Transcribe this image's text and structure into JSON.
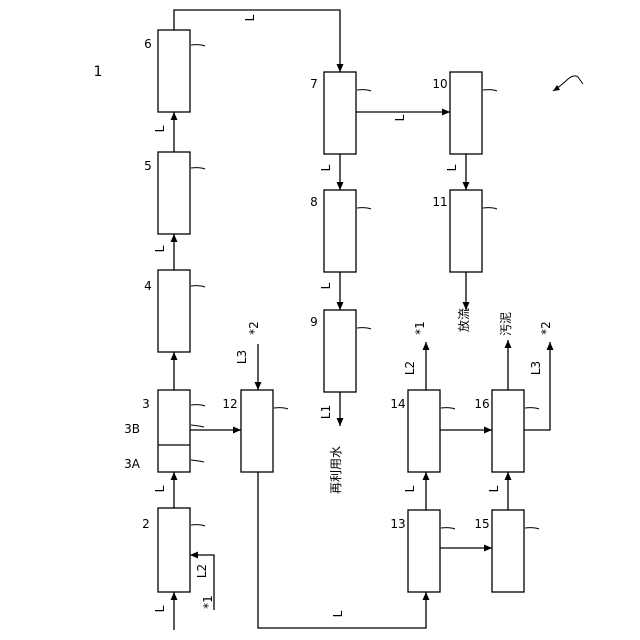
{
  "figure_ref": "1",
  "boxes": {
    "b2": "2",
    "b3": "3",
    "b3a": "3A",
    "b3b": "3B",
    "b4": "4",
    "b5": "5",
    "b6": "6",
    "b7": "7",
    "b8": "8",
    "b9": "9",
    "b10": "10",
    "b11": "11",
    "b12": "12",
    "b13": "13",
    "b14": "14",
    "b15": "15",
    "b16": "16"
  },
  "line_labels": {
    "L": "L",
    "L1": "L1",
    "L2": "L2",
    "L3": "L3"
  },
  "markers": {
    "m1": "*1",
    "m2": "*2"
  },
  "outputs": {
    "reuse_water": "再利用水",
    "discharge": "放流",
    "sludge": "汚泥"
  }
}
